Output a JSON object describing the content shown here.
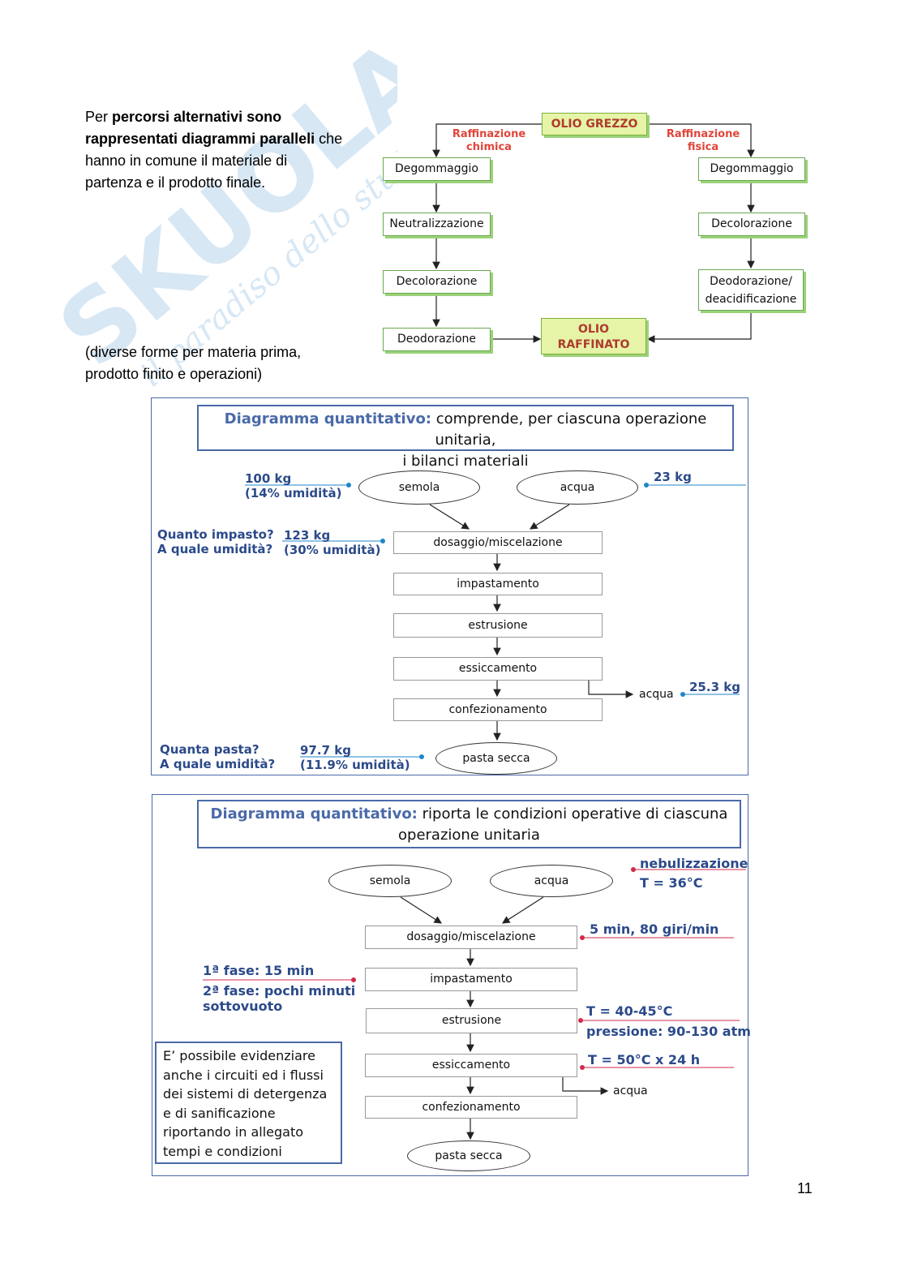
{
  "watermark": {
    "brand": "SKUOLA.net",
    "tagline": "il paradiso dello studente"
  },
  "intro": {
    "line1_pre": "Per ",
    "line1_bold": "percorsi alternativi sono",
    "line2_bold": "rappresentati diagrammi paralleli",
    "line2_post": " che",
    "line3": "hanno in comune il materiale di",
    "line4": "partenza e il prodotto finale.",
    "note1": "(diverse forme per materia prima,",
    "note2": "prodotto finito e operazioni)"
  },
  "oil": {
    "start": "OLIO GREZZO",
    "end_line1": "OLIO",
    "end_line2": "RAFFINATO",
    "left_label_1": "Raffinazione",
    "left_label_2": "chimica",
    "right_label_1": "Raffinazione",
    "right_label_2": "fisica",
    "left_steps": [
      "Degommaggio",
      "Neutralizzazione",
      "Decolorazione",
      "Deodorazione"
    ],
    "right_steps": [
      "Degommaggio",
      "Decolorazione",
      "Deodorazione/",
      "deacidificazione"
    ]
  },
  "diagram1": {
    "title_hl": "Diagramma quantitativo:",
    "title_rest": " comprende, per ciascuna operazione unitaria,",
    "title_line2": "i bilanci materiali",
    "input1": "semola",
    "input2": "acqua",
    "in1_qty": "100 kg",
    "in1_hum": "(14% umidità)",
    "in2_qty": "23 kg",
    "q_impasto_1": "Quanto impasto?",
    "q_impasto_2": "A quale umidità?",
    "mix_qty": "123 kg",
    "mix_hum": "(30% umidità)",
    "steps": [
      "dosaggio/miscelazione",
      "impastamento",
      "estrusione",
      "essiccamento",
      "confezionamento"
    ],
    "out_water": "acqua",
    "out_water_qty": "25.3 kg",
    "q_pasta_1": "Quanta pasta?",
    "q_pasta_2": "A quale umidità?",
    "pasta_qty": "97.7 kg",
    "pasta_hum": "(11.9% umidità)",
    "product": "pasta secca"
  },
  "diagram2": {
    "title_hl": "Diagramma quantitativo:",
    "title_rest": " riporta le condizioni operative di ciascuna",
    "title_line2": "operazione unitaria",
    "input1": "semola",
    "input2": "acqua",
    "nebul": "nebulizzazione",
    "nebul_t": "T = 36°C",
    "mix_cond": "5 min, 80 giri/min",
    "phase1": "1ª fase: 15 min",
    "phase2_1": "2ª fase: pochi minuti",
    "phase2_2": "sottovuoto",
    "extr_t": "T = 40-45°C",
    "extr_p": "pressione: 90-130 atm",
    "dry_t": "T = 50°C x 24 h",
    "steps": [
      "dosaggio/miscelazione",
      "impastamento",
      "estrusione",
      "essiccamento",
      "confezionamento"
    ],
    "out_water": "acqua",
    "product": "pasta secca",
    "side_lines": [
      "E’ possibile evidenziare",
      "anche i circuiti ed i flussi",
      "dei sistemi di detergenza",
      "e di sanificazione",
      "riportando in allegato",
      "tempi e condizioni"
    ]
  },
  "page_number": "11",
  "colors": {
    "blue": "#4a6aa8",
    "green": "#6aa84f",
    "red_label": "#e0453a",
    "dot_blue": "#1f86c8",
    "dot_red": "#d22b4b"
  }
}
